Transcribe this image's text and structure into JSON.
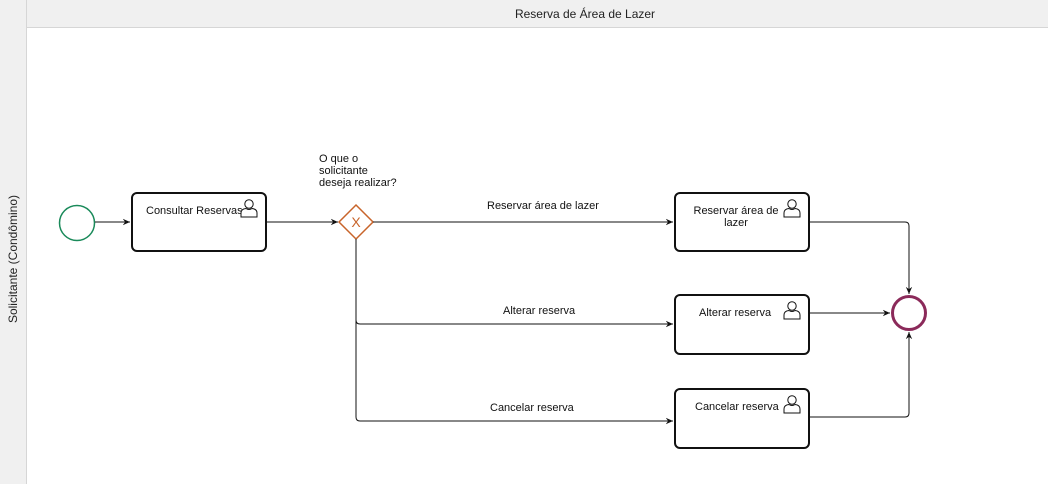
{
  "pool": {
    "title": "Reserva de Área de Lazer"
  },
  "lane": {
    "title": "Solicitante (Condômino)"
  },
  "gateway": {
    "question_lines": [
      "O que o",
      "solicitante",
      "deseja realizar?"
    ],
    "marker": "X"
  },
  "tasks": {
    "consultar": {
      "label": "Consultar Reservas",
      "icon": "user-icon"
    },
    "reservar": {
      "label_lines": [
        "Reservar área de",
        "lazer"
      ],
      "icon": "user-icon"
    },
    "alterar": {
      "label": "Alterar reserva",
      "icon": "user-icon"
    },
    "cancelar": {
      "label": "Cancelar reserva",
      "icon": "user-icon"
    }
  },
  "flows": {
    "reservar": "Reservar área de lazer",
    "alterar": "Alterar reserva",
    "cancelar": "Cancelar reserva"
  },
  "colors": {
    "start_event": "#1a8a5a",
    "end_event": "#8b2a5a",
    "gateway": "#c8642a",
    "stroke": "#111111"
  }
}
